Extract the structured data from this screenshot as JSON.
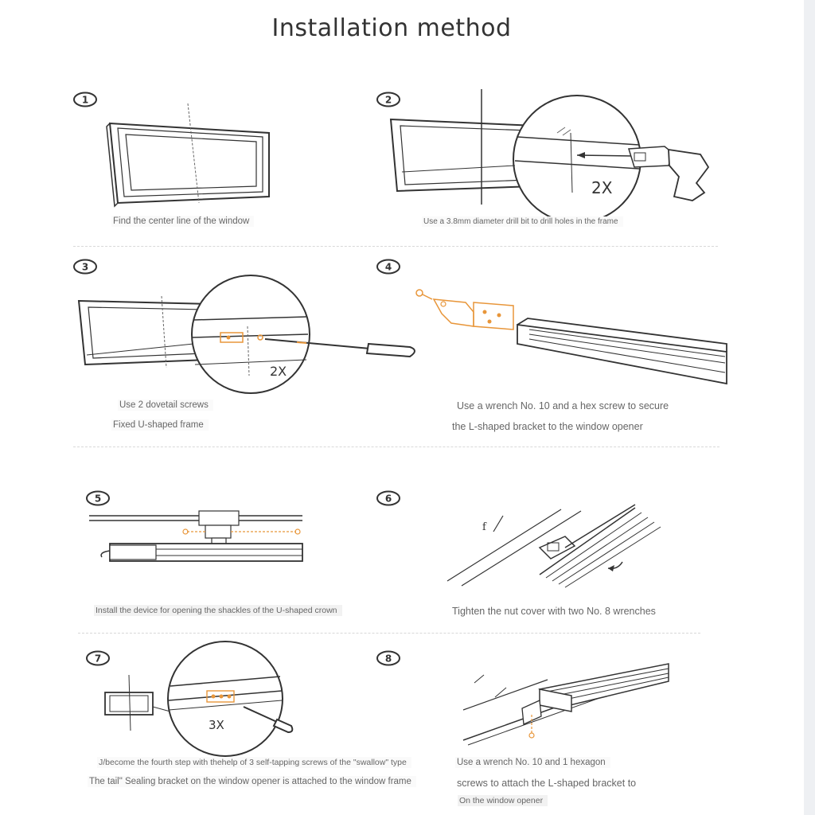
{
  "title": "Installation method",
  "steps": [
    {
      "number": "1",
      "caption": [
        "Find the center line of the window"
      ]
    },
    {
      "number": "2",
      "caption": [
        "Use a 3.8mm diameter drill bit to drill holes in the frame"
      ],
      "callout": "2X"
    },
    {
      "number": "3",
      "caption": [
        "Use 2 dovetail screws",
        "Fixed U-shaped frame"
      ],
      "callout": "2X"
    },
    {
      "number": "4",
      "caption": [
        "Use a wrench No. 10 and a hex screw to secure",
        "the L-shaped bracket to the window opener"
      ]
    },
    {
      "number": "5",
      "caption": [
        "Install the device for opening the shackles of the U-shaped crown"
      ]
    },
    {
      "number": "6",
      "caption": [
        "Tighten the nut cover with two No. 8 wrenches"
      ]
    },
    {
      "number": "7",
      "caption": [
        "J/become the fourth step with thehelp of 3 self-tapping screws of the \"swallow\" type",
        "The tail\" Sealing bracket on the window opener is attached to the window frame"
      ],
      "callout": "3X"
    },
    {
      "number": "8",
      "caption": [
        "Use a wrench No. 10 and 1 hexagon",
        "screws to attach the L-shaped bracket to",
        "On the window opener"
      ]
    }
  ],
  "colors": {
    "line": "#333333",
    "accent": "#e8963a",
    "caption": "#666666"
  }
}
